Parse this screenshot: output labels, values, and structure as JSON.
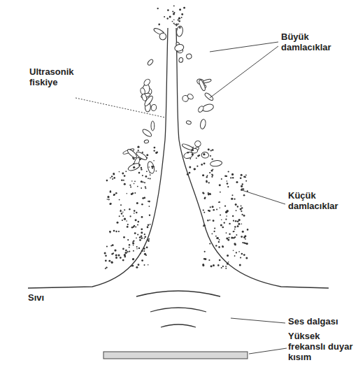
{
  "diagram": {
    "labels": [
      "Ultrasonik fiskiye",
      "Büyük damlacıklar",
      "Küçük damlacıklar",
      "Sıvı",
      "Ses dalgası",
      "Yüksek frekanslı duyar kısım"
    ]
  }
}
